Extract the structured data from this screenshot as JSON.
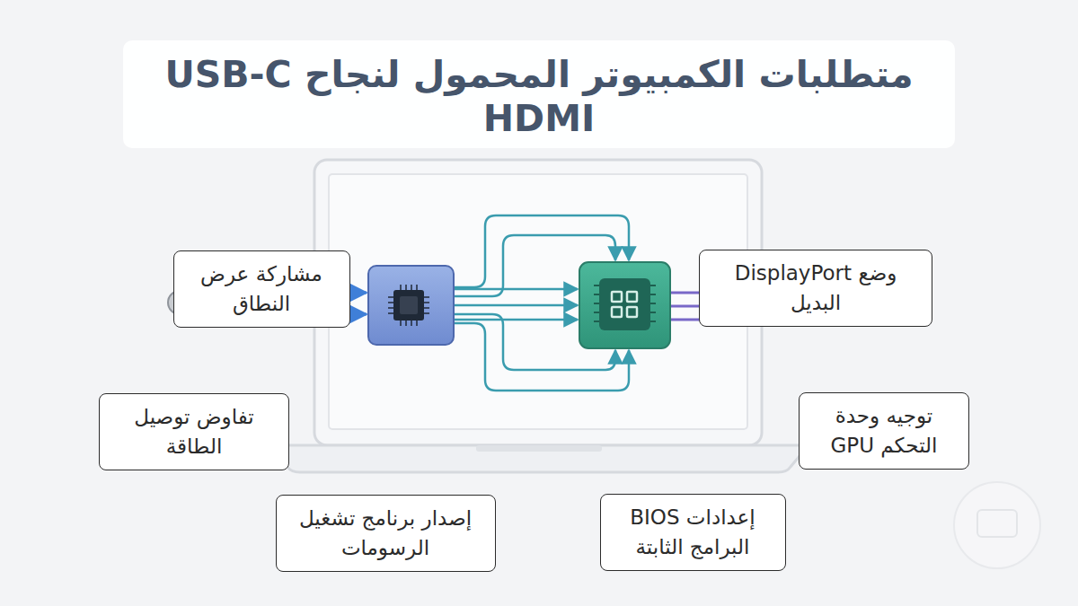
{
  "diagram": {
    "title": "متطلبات الكمبيوتر المحمول لنجاح USB-C HDMI",
    "nodes": [
      {
        "text": [
          "مشاركة عرض النطاق"
        ]
      },
      {
        "text": [
          "وضع DisplayPort البديل"
        ]
      },
      {
        "text": [
          "تفاوض توصيل الطاقة"
        ]
      },
      {
        "text": [
          "توجيه وحدة التحكم GPU"
        ]
      },
      {
        "text": [
          "إصدار برنامج تشغيل الرسومات"
        ]
      },
      {
        "text": [
          "إعدادات BIOS البرامج الثابتة"
        ]
      }
    ]
  }
}
